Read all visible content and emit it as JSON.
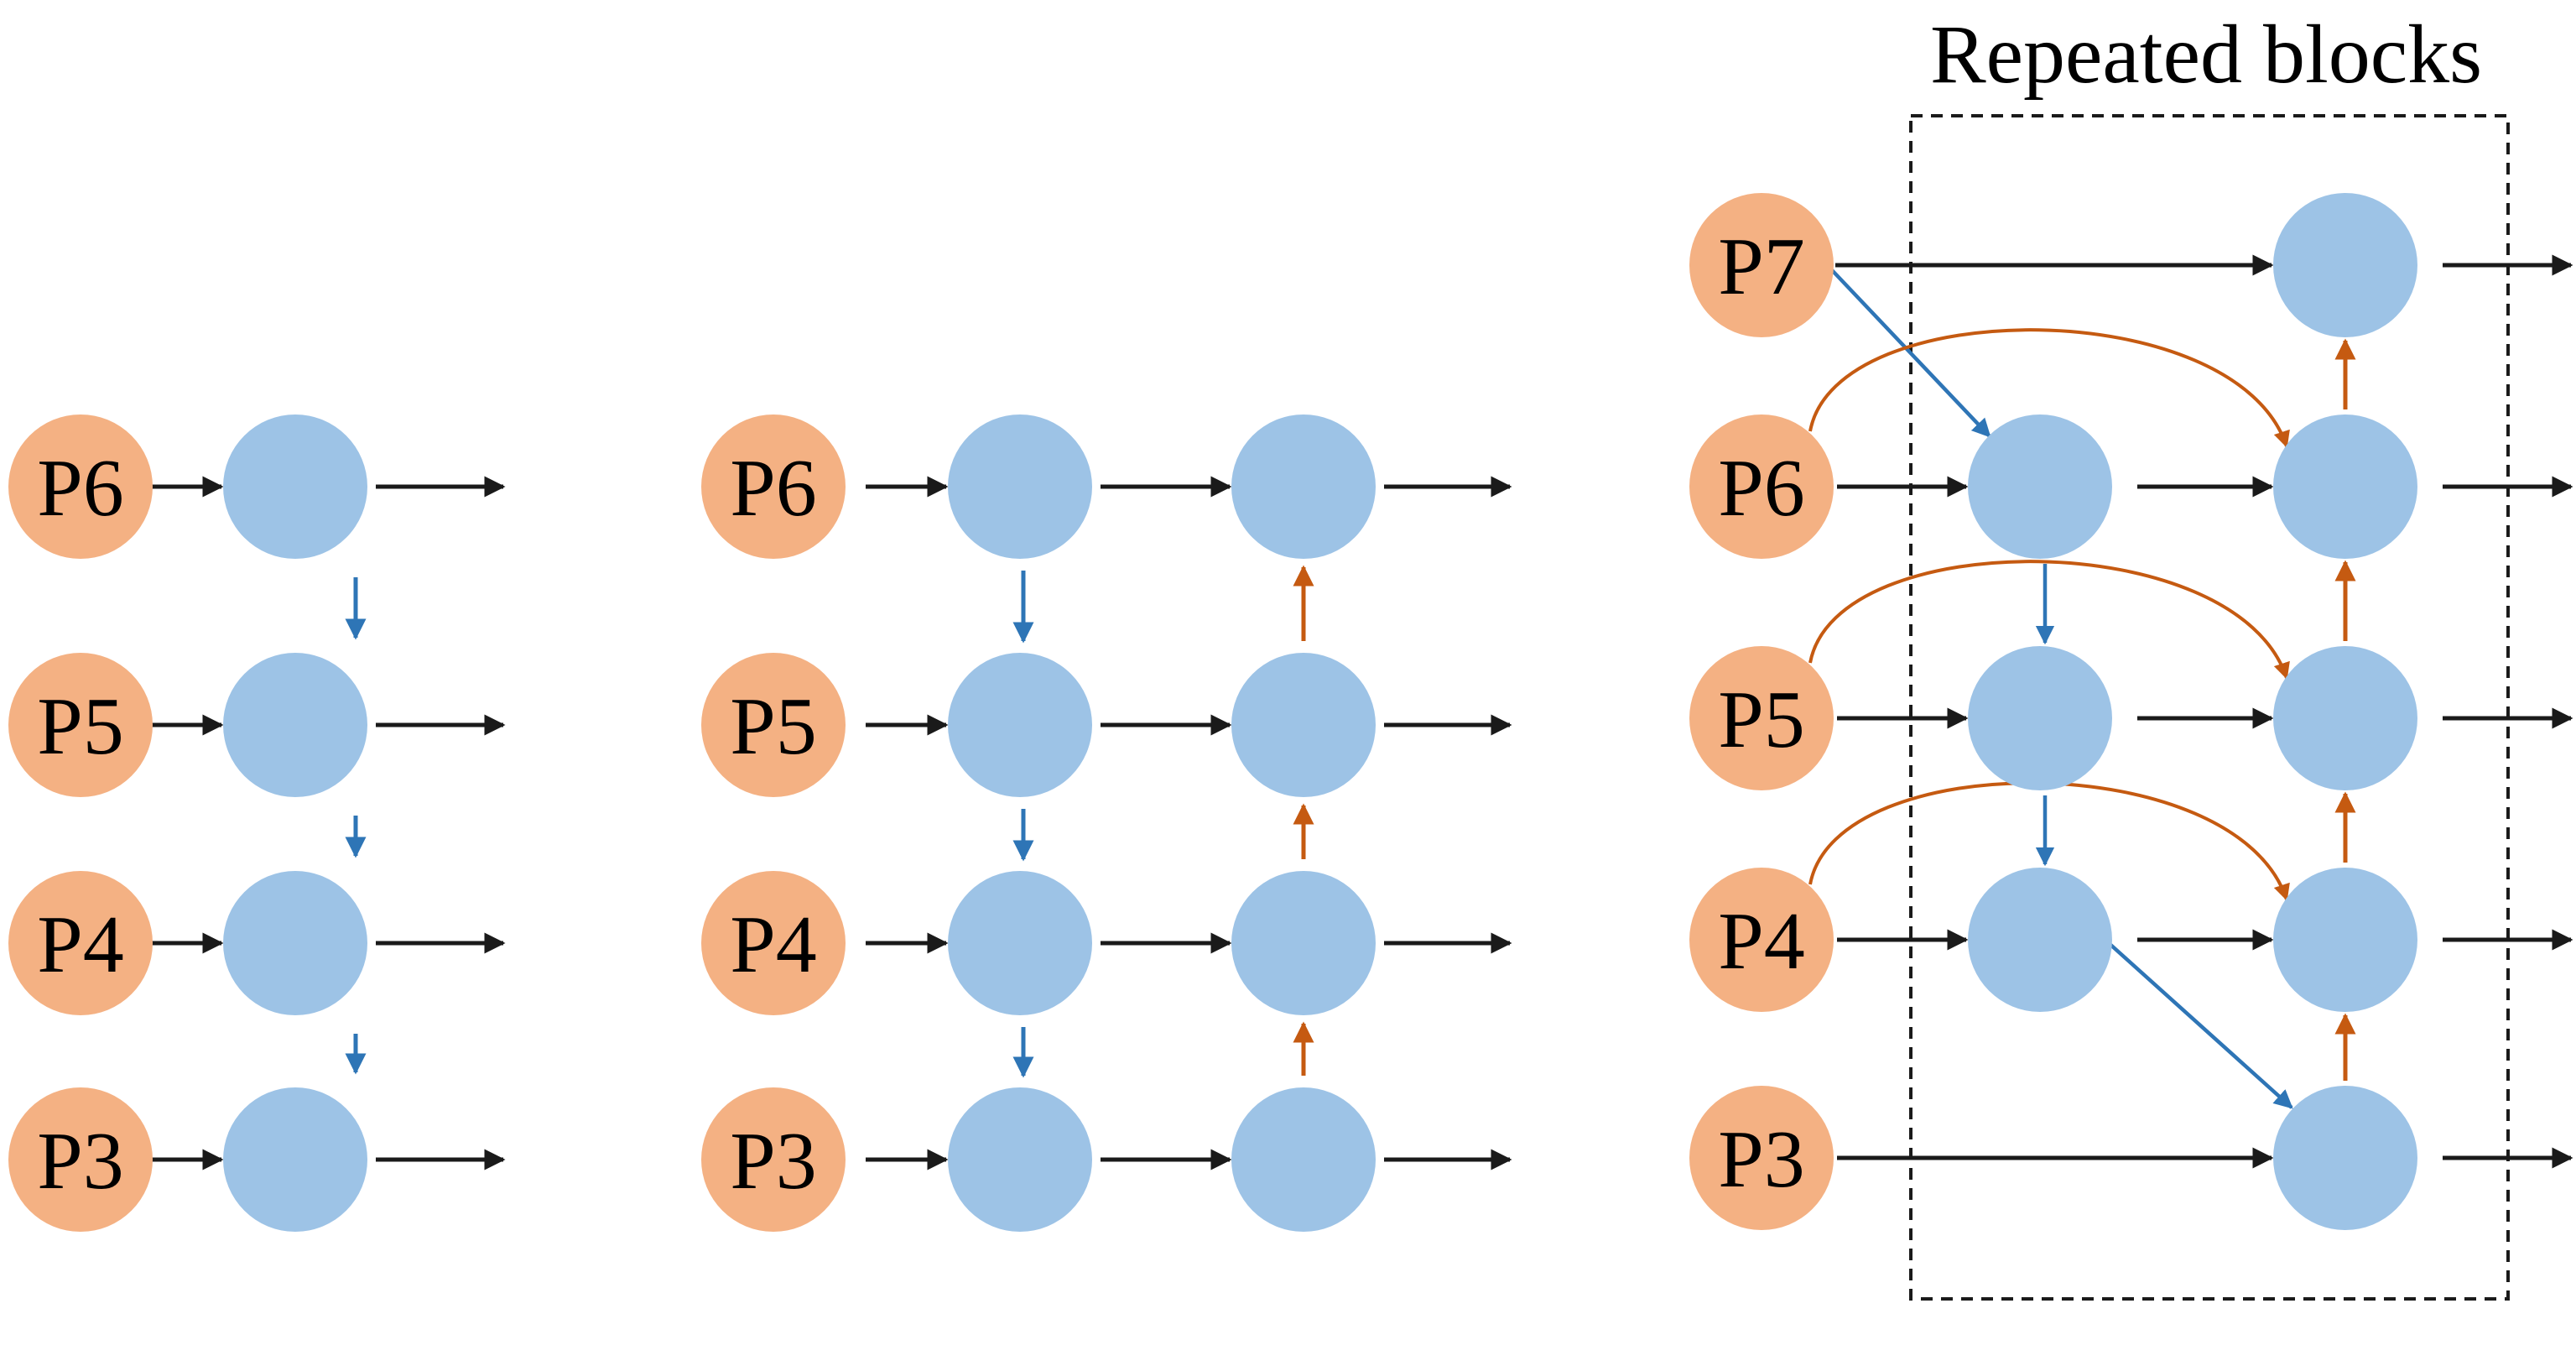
{
  "title": "Repeated blocks",
  "levels": [
    "P7",
    "P6",
    "P5",
    "P4",
    "P3"
  ],
  "colors": {
    "input_node": "#F4B183",
    "feature_node": "#9DC3E6",
    "black_arrow": "#1a1a1a",
    "top_down_arrow": "#2E75B6",
    "bottom_up_arrow": "#C55A11",
    "block_border": "#1a1a1a"
  },
  "panels": [
    {
      "id": "fpn",
      "inputs": [
        "P6",
        "P5",
        "P4",
        "P3"
      ],
      "columns": 1,
      "top_down": true,
      "bottom_up": false
    },
    {
      "id": "panet",
      "inputs": [
        "P6",
        "P5",
        "P4",
        "P3"
      ],
      "columns": 2,
      "top_down": true,
      "bottom_up": true
    },
    {
      "id": "bifpn",
      "inputs": [
        "P7",
        "P6",
        "P5",
        "P4",
        "P3"
      ],
      "columns": 2,
      "top_down": true,
      "bottom_up": true,
      "cross_scale_skip": true,
      "repeated_block": true
    }
  ]
}
